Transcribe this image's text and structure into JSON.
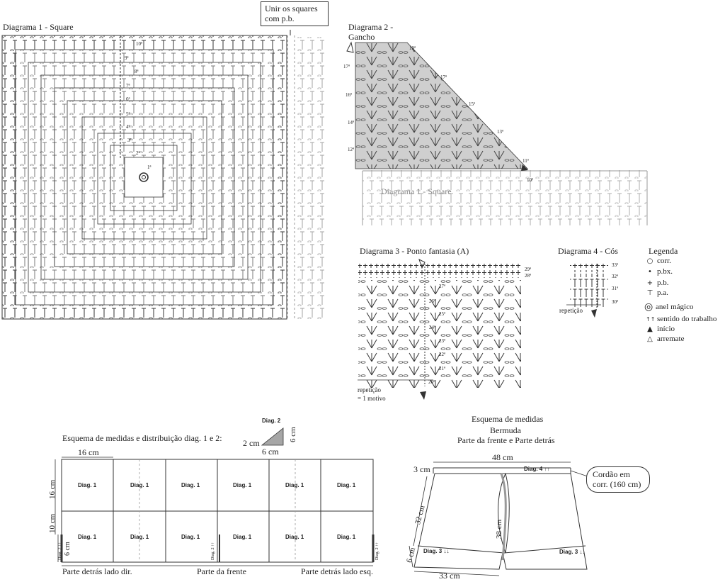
{
  "diagram1": {
    "title": "Diagrama 1 - Square",
    "rounds": [
      "1ª",
      "2ª",
      "3ª",
      "4ª",
      "5ª",
      "6ª",
      "7ª",
      "8ª",
      "9ª",
      "10ª"
    ]
  },
  "join_note": "Unir os squares com p.b.",
  "diagram2": {
    "title": "Diagrama 2 - Gancho",
    "rounds": [
      "11ª",
      "12ª",
      "13ª",
      "14ª",
      "15ª",
      "16ª",
      "17ª",
      "17ª",
      "19ª"
    ],
    "square_label": "Diagrama 1 - Square",
    "round10": "10ª"
  },
  "diagram3": {
    "title": "Diagrama 3 - Ponto fantasia (A)",
    "rounds": [
      "20ª",
      "21ª",
      "22ª",
      "23ª",
      "24ª",
      "25ª",
      "26ª",
      "27ª",
      "28ª",
      "29ª"
    ],
    "repeat_note": "repetição",
    "motif_note": "= 1 motivo"
  },
  "diagram4": {
    "title": "Diagrama 4 - Cós",
    "rounds": [
      "30ª",
      "31ª",
      "32ª",
      "33ª"
    ],
    "repeat_note": "repetição"
  },
  "legend": {
    "title": "Legenda",
    "items": [
      {
        "icon": "chain-icon",
        "glyph": "○",
        "label": "corr."
      },
      {
        "icon": "slip-stitch-icon",
        "glyph": "•",
        "label": "p.bx."
      },
      {
        "icon": "single-crochet-icon",
        "glyph": "+",
        "label": "p.b."
      },
      {
        "icon": "double-crochet-icon",
        "glyph": "⊤",
        "label": "p.a."
      },
      {
        "icon": "magic-ring-icon",
        "glyph": "◎",
        "label": "anel mágico"
      },
      {
        "icon": "work-direction-icon",
        "glyph": "↑↑",
        "label": "sentido do trabalho"
      },
      {
        "icon": "start-icon",
        "glyph": "▲",
        "label": "início"
      },
      {
        "icon": "fasten-off-icon",
        "glyph": "△",
        "label": "arremate"
      }
    ]
  },
  "layout_schema": {
    "title": "Esquema de medidas e distribuição diag. 1 e 2:",
    "diag2_label": "Diag. 2",
    "diag2_w": "2 cm",
    "diag2_h": "6 cm",
    "diag2_base": "6 cm",
    "width_16": "16 cm",
    "height_16": "16 cm",
    "height_10": "10 cm",
    "height_6": "6 cm",
    "cell": "Diag. 1",
    "side_label": "Diag. 2 ↑↑",
    "footer_left": "Parte detrás lado dir.",
    "footer_mid": "Parte da frente",
    "footer_right": "Parte detrás lado esq."
  },
  "shorts_schema": {
    "title": "Esquema de medidas",
    "subtitle": "Bermuda",
    "subtitle2": "Parte da frente e Parte detrás",
    "width_48": "48 cm",
    "waist_3": "3 cm",
    "side_32": "32 cm",
    "inseam_38": "38 cm",
    "leg_6": "6 cm",
    "hem_33": "33 cm",
    "waist_label": "Diag. 4 ↑↑",
    "hem_label_left": "Diag. 3 ↓↓",
    "hem_label_right": "Diag. 3 ↓↓",
    "cord_note": "Cordão em corr. (160 cm)"
  },
  "colors": {
    "line": "#333333",
    "shade": "#cfcfcf",
    "dash": "#999999"
  }
}
